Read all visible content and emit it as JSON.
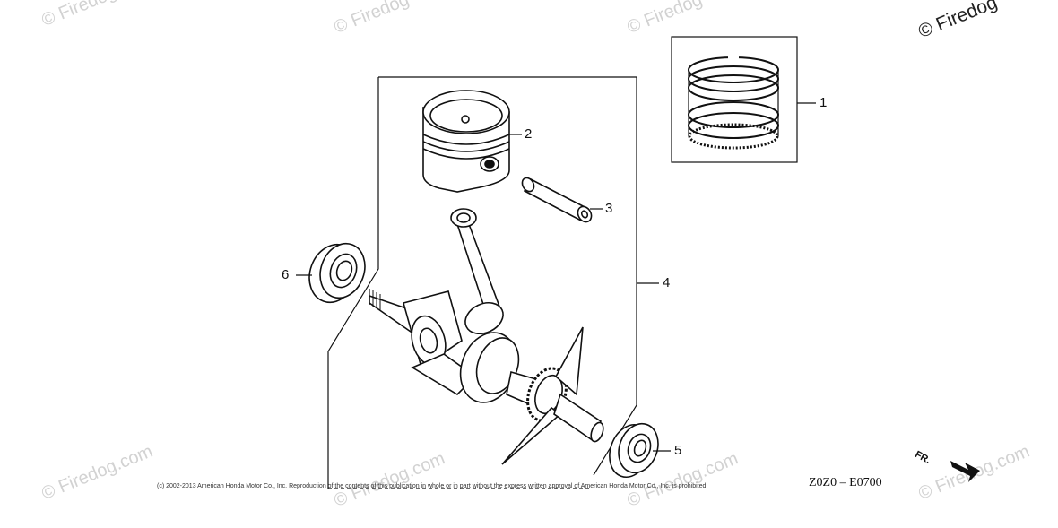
{
  "watermarks": {
    "text": "© Firedog",
    "text_com": "© Firedog.com"
  },
  "callouts": {
    "c1": "1",
    "c2": "2",
    "c3": "3",
    "c4": "4",
    "c5": "5",
    "c6": "6"
  },
  "footer": {
    "copyright": "(c) 2002-2013 American Honda Motor Co., Inc. Reproduction of the contents of this publication in whole or in part without the express written approval of American Honda Motor Co., Inc. is prohibited.",
    "diagram_code": "Z0Z0 – E0700",
    "direction_label": "FR."
  }
}
